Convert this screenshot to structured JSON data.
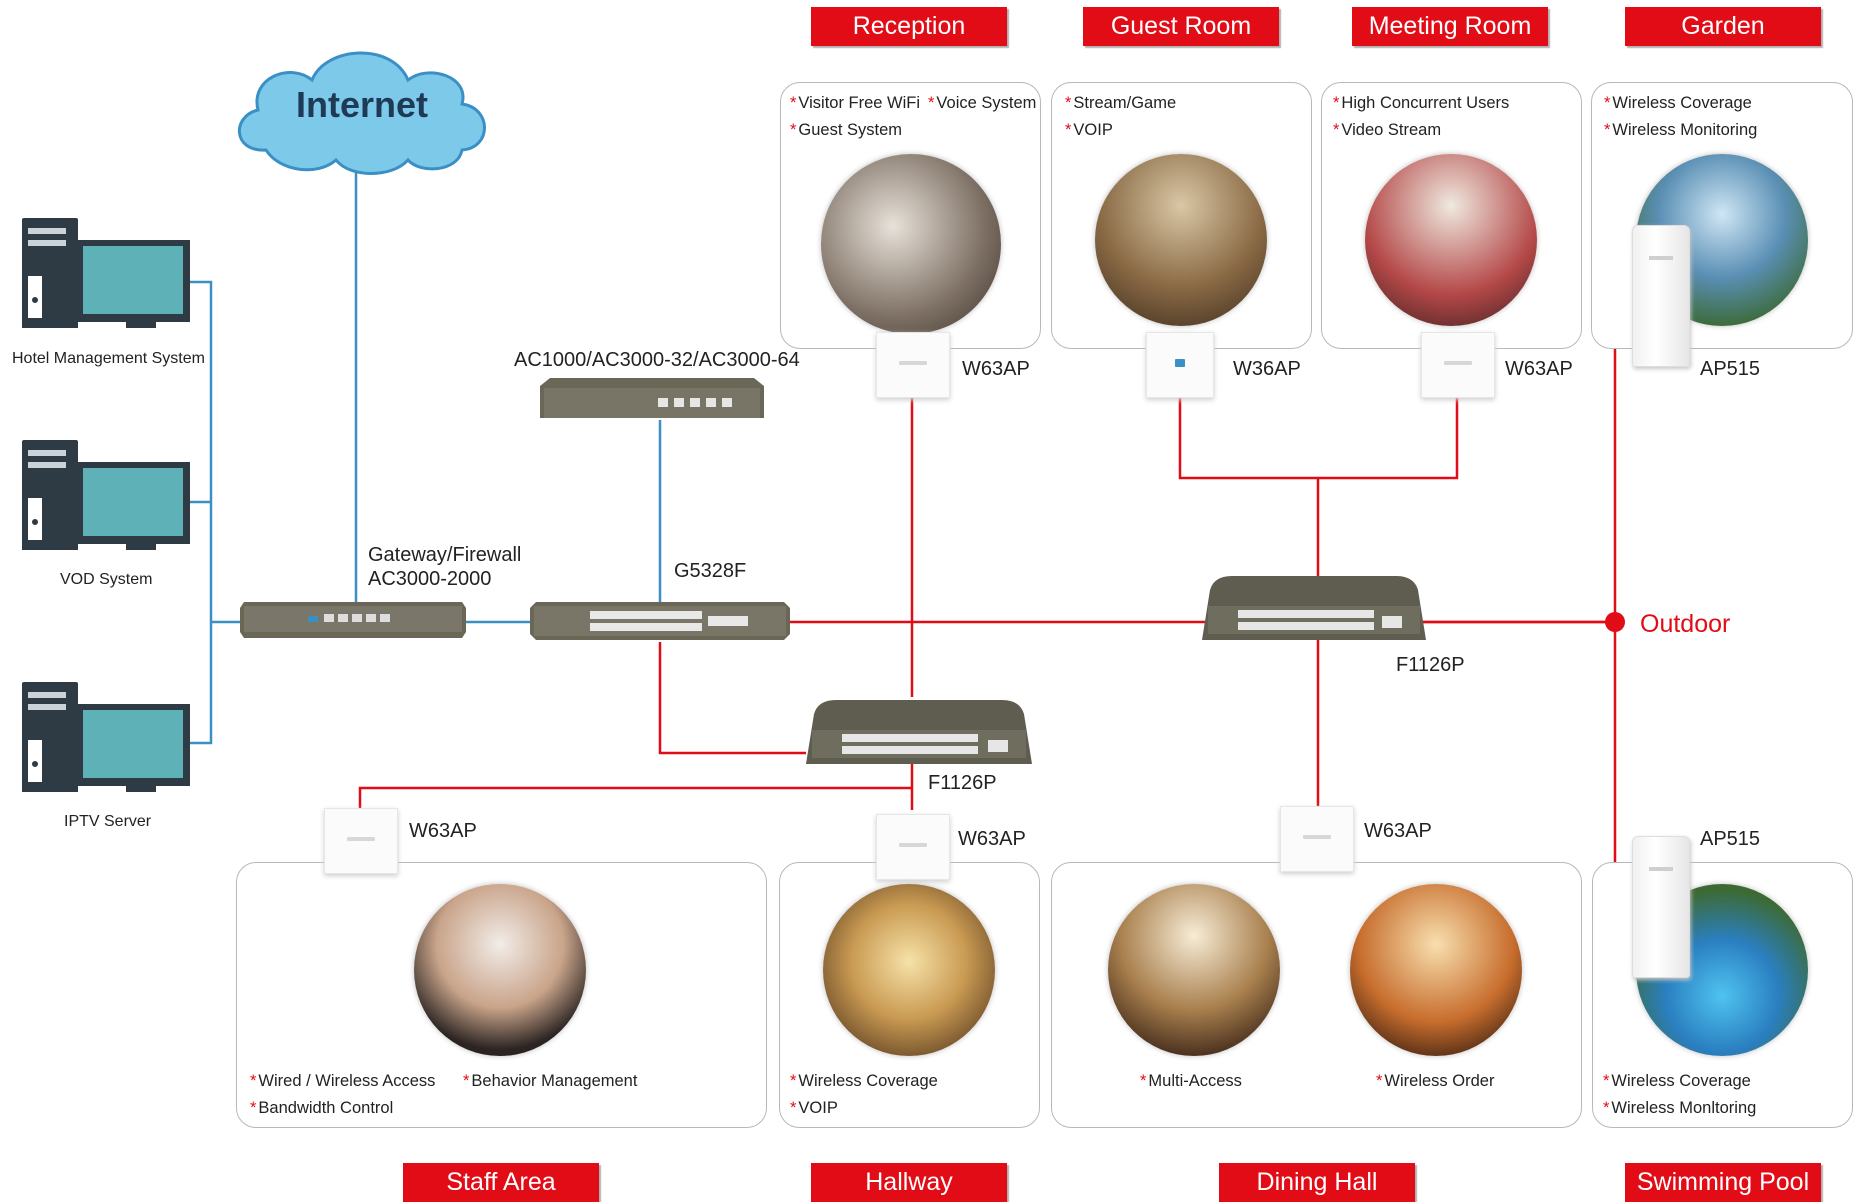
{
  "cloud": {
    "label": "Internet"
  },
  "servers": [
    {
      "label": "Hotel Management System"
    },
    {
      "label": "VOD System"
    },
    {
      "label": "IPTV Server"
    }
  ],
  "devices": {
    "ac_controller": "AC1000/AC3000-32/AC3000-64",
    "gateway_line1": "Gateway/Firewall",
    "gateway_line2": "AC3000-2000",
    "core_switch": "G5328F",
    "poe_switch_right": "F1126P",
    "poe_switch_center": "F1126P",
    "outdoor_junction": "Outdoor"
  },
  "zones": {
    "reception": {
      "title": "Reception",
      "ap": "W63AP",
      "features": [
        "Visitor Free WiFi",
        "Voice System",
        "Guest System"
      ]
    },
    "guest_room": {
      "title": "Guest Room",
      "ap": "W36AP",
      "features": [
        "Stream/Game",
        "VOIP"
      ]
    },
    "meeting_room": {
      "title": "Meeting Room",
      "ap": "W63AP",
      "features": [
        "High Concurrent Users",
        "Video Stream"
      ]
    },
    "garden": {
      "title": "Garden",
      "ap": "AP515",
      "features": [
        "Wireless Coverage",
        "Wireless Monitoring"
      ]
    },
    "staff_area": {
      "title": "Staff Area",
      "ap": "W63AP",
      "features": [
        "Wired / Wireless Access",
        "Behavior Management",
        "Bandwidth Control"
      ]
    },
    "hallway": {
      "title": "Hallway",
      "ap": "W63AP",
      "features": [
        "Wireless Coverage",
        "VOIP"
      ]
    },
    "dining_hall": {
      "title": "Dining Hall",
      "ap": "W63AP",
      "features": [
        "Multi-Access",
        "Wireless Order"
      ]
    },
    "swimming_pool": {
      "title": "Swimming Pool",
      "ap": "AP515",
      "features": [
        "Wireless Coverage",
        "Wireless Monltoring"
      ]
    }
  },
  "colors": {
    "accent": "#e20c17",
    "wired_blue": "#3a8fc4",
    "switch_body": "#5f5d4f"
  }
}
